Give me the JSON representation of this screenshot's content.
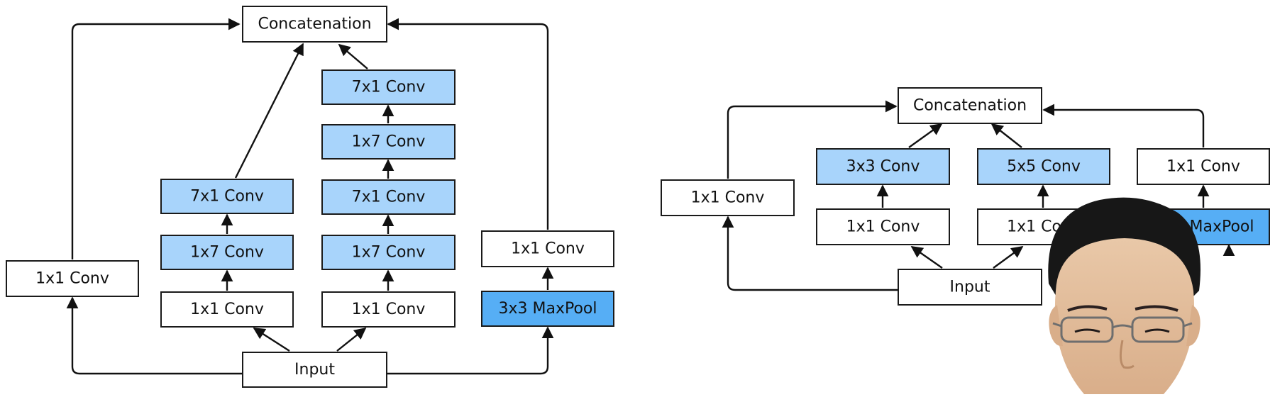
{
  "colors": {
    "white_box": "#ffffff",
    "light_blue_box": "#a8d4fb",
    "dark_blue_box": "#56aef5",
    "stroke": "#1a1a1a"
  },
  "left_diagram": {
    "concat": "Concatenation",
    "input": "Input",
    "b1_conv1x1": "1x1 Conv",
    "b2_conv1x1": "1x1 Conv",
    "b2_conv1x7": "1x7 Conv",
    "b2_conv7x1": "7x1 Conv",
    "b3_conv1x1": "1x1 Conv",
    "b3_conv1x7_a": "1x7 Conv",
    "b3_conv7x1_a": "7x1 Conv",
    "b3_conv1x7_b": "1x7 Conv",
    "b3_conv7x1_b": "7x1 Conv",
    "b4_maxpool": "3x3 MaxPool",
    "b4_conv1x1": "1x1 Conv"
  },
  "right_diagram": {
    "concat": "Concatenation",
    "input": "Input",
    "b1_conv1x1": "1x1 Conv",
    "b2_conv1x1": "1x1 Conv",
    "b2_conv3x3": "3x3 Conv",
    "b3_conv1x1": "1x1 Conv",
    "b3_conv5x5": "5x5 Conv",
    "b4_maxpool": "MaxPool",
    "b4_conv1x1": "1x1 Conv"
  }
}
